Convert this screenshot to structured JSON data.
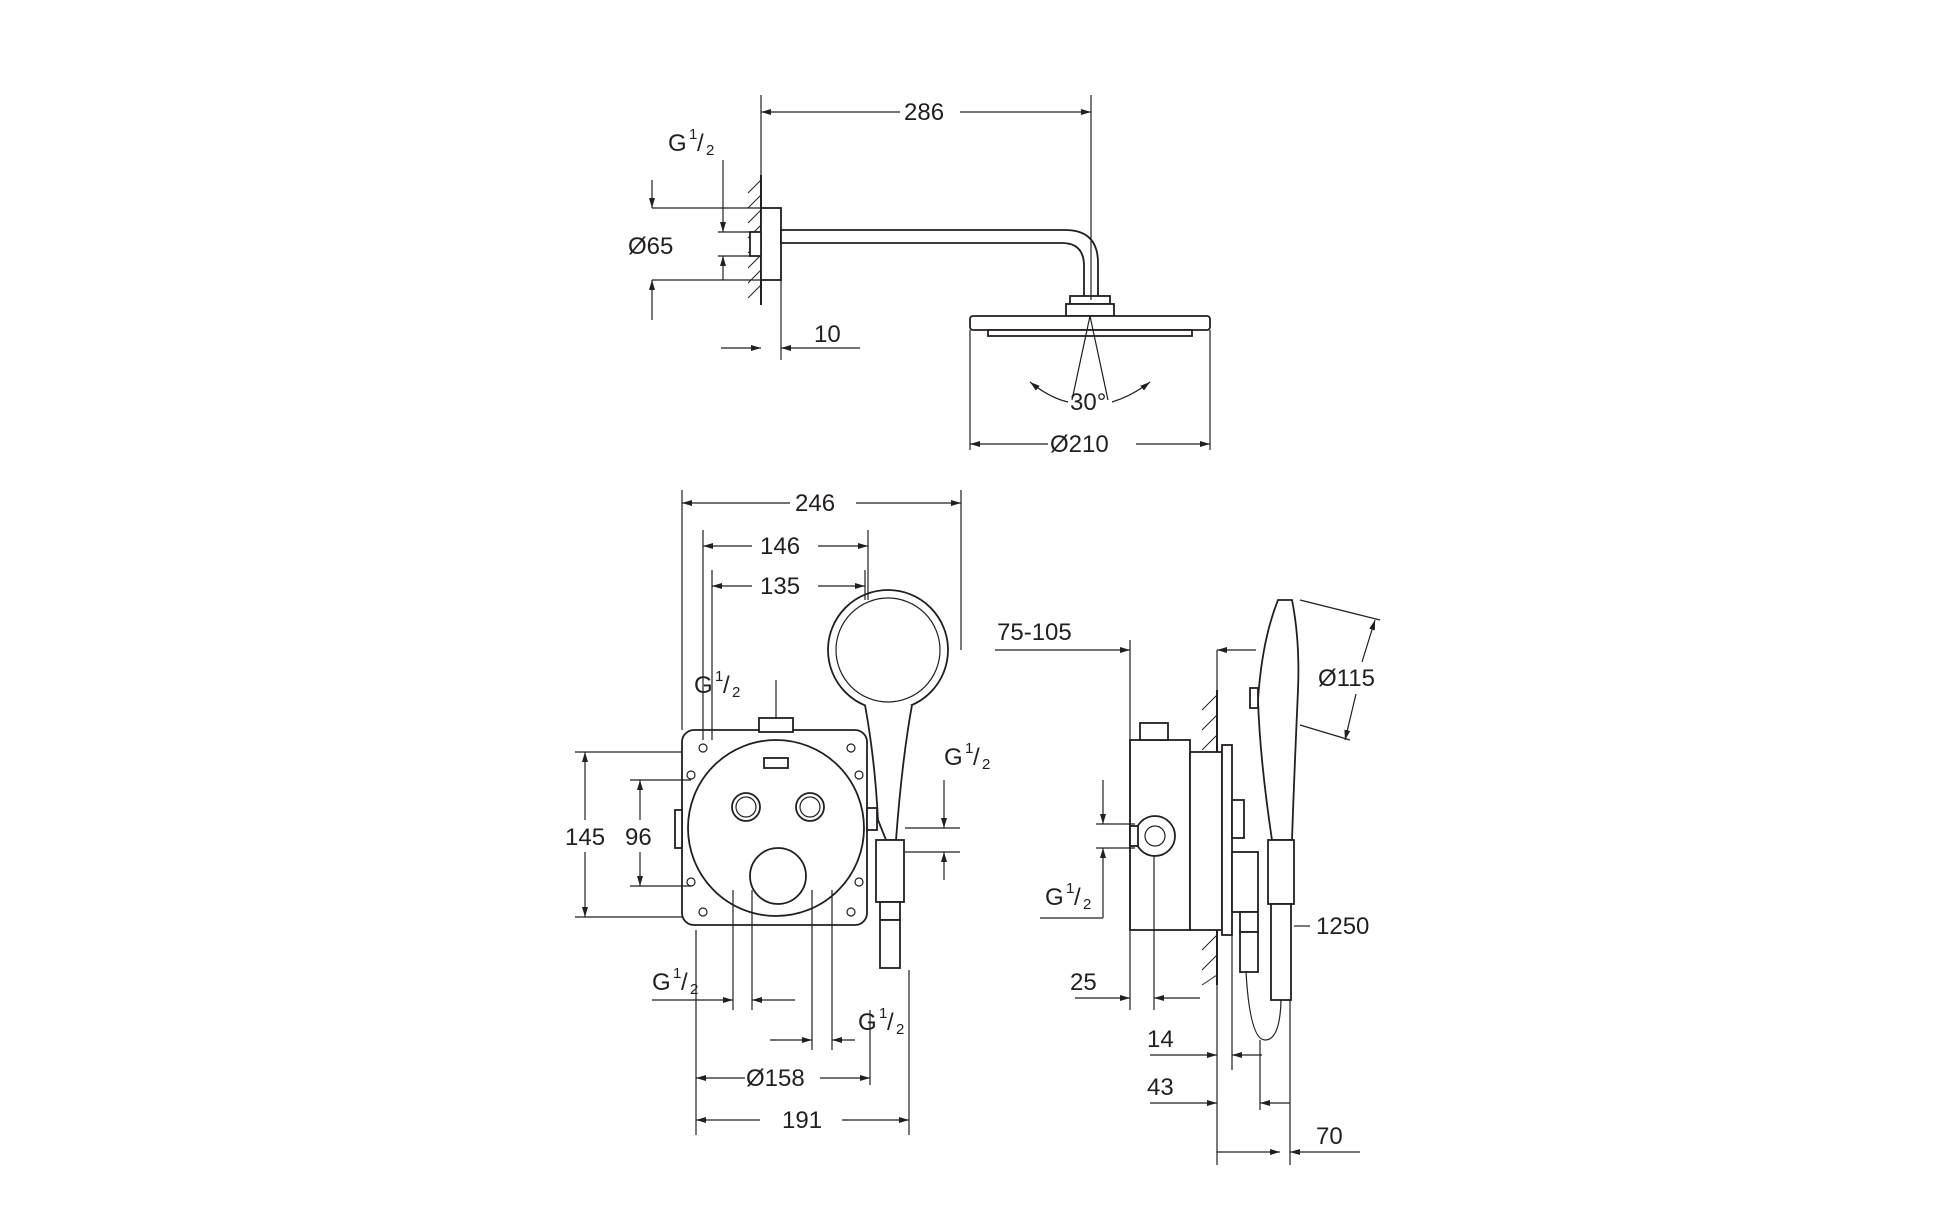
{
  "colors": {
    "line": "#231f20",
    "background": "#ffffff"
  },
  "dims": {
    "d286": "286",
    "d10": "10",
    "d65": "Ø65",
    "g_top": "G",
    "d30": "30°",
    "d210": "Ø210",
    "d246": "246",
    "d146": "146",
    "d135": "135",
    "g_mid_top": "G",
    "g_mid_right": "G",
    "d145": "145",
    "d96": "96",
    "g_mid_bl": "G",
    "g_mid_br": "G",
    "d158": "Ø158",
    "d191": "191",
    "d75_105": "75-105",
    "d115": "Ø115",
    "g_side": "G",
    "d1250": "1250",
    "d25": "25",
    "d14": "14",
    "d43": "43",
    "d70": "70"
  },
  "fraction": {
    "numerator": "1",
    "denominator": "2"
  }
}
